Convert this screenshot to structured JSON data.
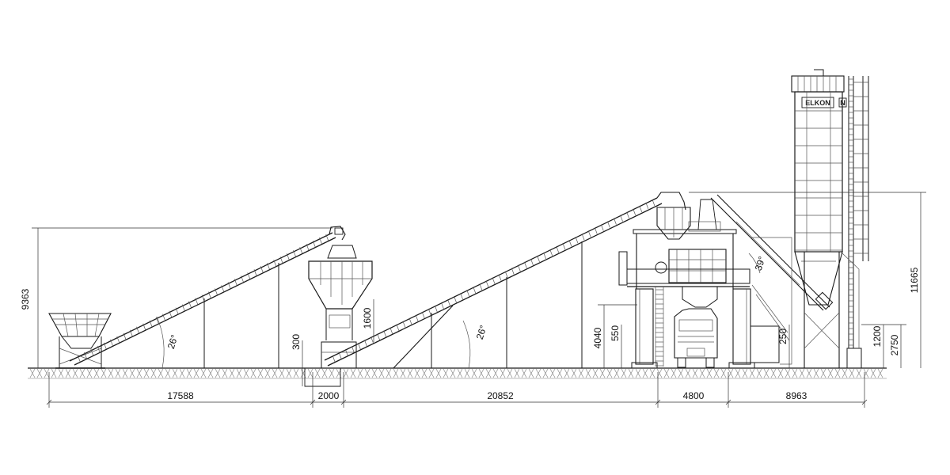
{
  "drawing": {
    "brand_text": "ELKON",
    "brand_badge": "N",
    "line_color": "#1a1a1a",
    "ground_color": "#888888"
  },
  "dimensions": {
    "height_left_hopper": "9363",
    "height_pit": "300",
    "height_bin": "1600",
    "height_mixer_platform": "4040",
    "height_truck_clearance": "550",
    "height_silo_step": "250",
    "height_silo_leg": "1200",
    "height_silo_cone": "2750",
    "height_overall": "11665",
    "angle_conveyor_1": "26°",
    "angle_conveyor_2": "26°",
    "angle_silo_screw": "39°",
    "length_conveyor_1": "17588",
    "length_gap": "2000",
    "length_conveyor_2": "20852",
    "length_mixer": "4800",
    "length_silo": "8963"
  }
}
